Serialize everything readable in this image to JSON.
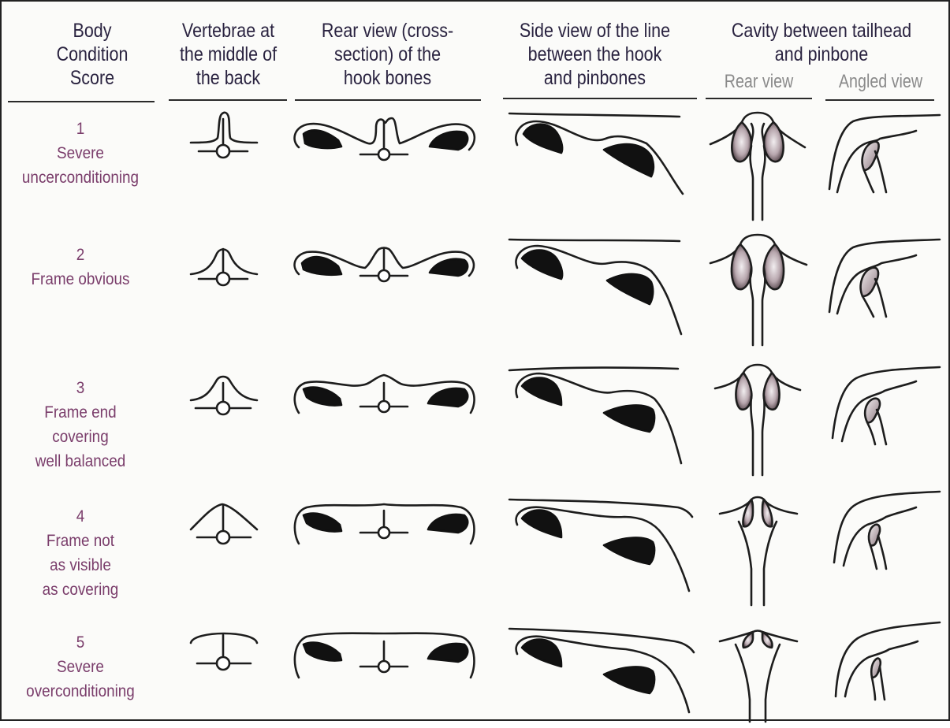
{
  "headers": {
    "score": [
      "Body",
      "Condition",
      "Score"
    ],
    "vertebrae": [
      "Vertebrae at",
      "the middle of",
      "the back"
    ],
    "rear": [
      "Rear view (cross-",
      "section) of the",
      "hook bones"
    ],
    "side": [
      "Side view of the line",
      "between the hook",
      "and pinbones"
    ],
    "cavity": [
      "Cavity between tailhead",
      "and pinbone"
    ],
    "cavity_rear": "Rear view",
    "cavity_angled": "Angled view"
  },
  "rows": [
    {
      "score": "1",
      "label": [
        "Severe",
        "uncerconditioning"
      ]
    },
    {
      "score": "2",
      "label": [
        "Frame obvious"
      ]
    },
    {
      "score": "3",
      "label": [
        "Frame end",
        "covering",
        "well balanced"
      ]
    },
    {
      "score": "4",
      "label": [
        "Frame not",
        "as visible",
        "as covering"
      ]
    },
    {
      "score": "5",
      "label": [
        "Severe",
        "overconditioning"
      ]
    }
  ],
  "colors": {
    "score_text": "#7a3d6b",
    "header_text": "#2a2340",
    "ink": "#1d1d1d"
  }
}
